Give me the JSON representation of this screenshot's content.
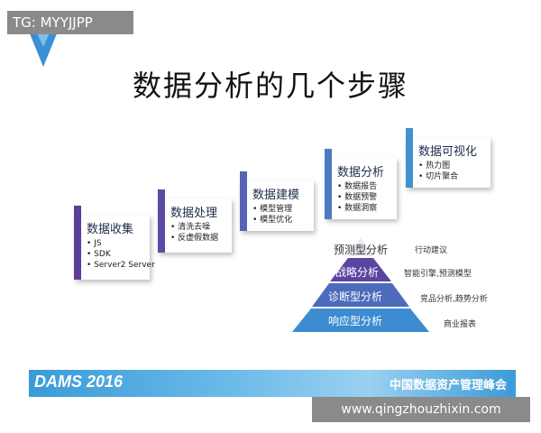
{
  "badges": {
    "top_left": "TG: MYYJJPP",
    "bottom_right": "www.qingzhouzhixin.com"
  },
  "title": "数据分析的几个步骤",
  "steps": [
    {
      "title": "数据收集",
      "items": [
        "JS",
        "SDK",
        "Server2 Server"
      ],
      "color": "#5b3e96"
    },
    {
      "title": "数据处理",
      "items": [
        "清洗去噪",
        "反虚假数据"
      ],
      "color": "#5e49a4"
    },
    {
      "title": "数据建模",
      "items": [
        "模型管理",
        "模型优化"
      ],
      "color": "#5662b4"
    },
    {
      "title": "数据分析",
      "items": [
        "数据报告",
        "数据预警",
        "数据洞察"
      ],
      "color": "#4d79c2"
    },
    {
      "title": "数据可视化",
      "items": [
        "热力图",
        "切片聚合"
      ],
      "color": "#4191cf"
    }
  ],
  "pyramid": {
    "levels": [
      {
        "label": "预测型分析",
        "side": "行动建议",
        "color": "#ffffff"
      },
      {
        "label": "战略分析",
        "side": "智能引擎,预测模型",
        "color": "#5a45a0"
      },
      {
        "label": "诊断型分析",
        "side": "竞品分析,趋势分析",
        "color": "#4d6bbb"
      },
      {
        "label": "响应型分析",
        "side": "商业报表",
        "color": "#3d8bd0"
      }
    ]
  },
  "banner": {
    "left": "DAMS 2016",
    "right": "中国数据资产管理峰会"
  }
}
